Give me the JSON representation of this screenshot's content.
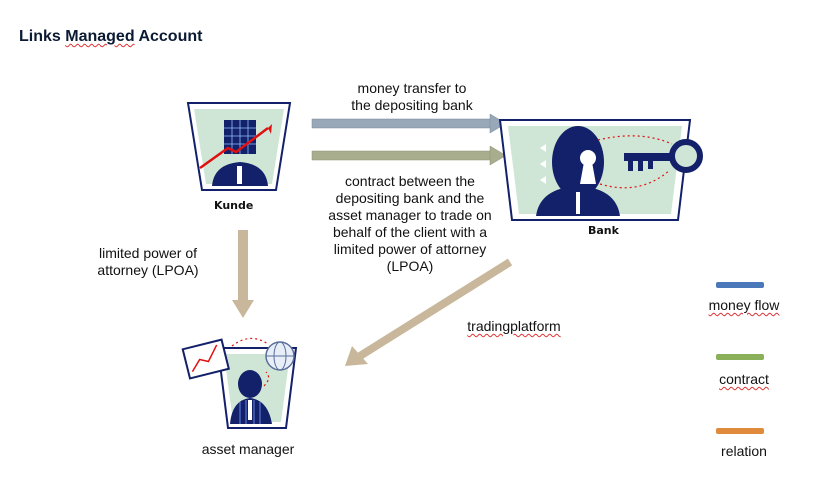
{
  "title": {
    "part1": "Links",
    "part2": "Managed",
    "part3": "Account"
  },
  "nodes": {
    "kunde": "Kunde",
    "bank": "Bank",
    "asset_manager": "asset manager"
  },
  "edges": {
    "money_transfer": [
      "money transfer to",
      "the depositing bank"
    ],
    "contract": [
      "contract between the",
      "depositing bank and the",
      "asset manager to trade on",
      "behalf of the client with a",
      "limited power of attorney",
      "(LPOA)"
    ],
    "lpoa": [
      "limited power of",
      "attorney (LPOA)"
    ],
    "tradingplatform": "tradingplatform"
  },
  "legend": [
    {
      "label": "money flow",
      "color": "#4a78b8"
    },
    {
      "label": "contract",
      "color": "#8bb05a"
    },
    {
      "label": "relation",
      "color": "#e08a3c"
    }
  ],
  "colors": {
    "arrow_money": "#98a8b8",
    "arrow_contract": "#a8ad8e",
    "arrow_relation": "#c9b79c",
    "navy": "#13206a"
  },
  "icons": {
    "kunde": "growth-chart-person-icon",
    "bank": "keyhole-key-person-icon",
    "asset_manager": "chart-globe-person-icon"
  }
}
